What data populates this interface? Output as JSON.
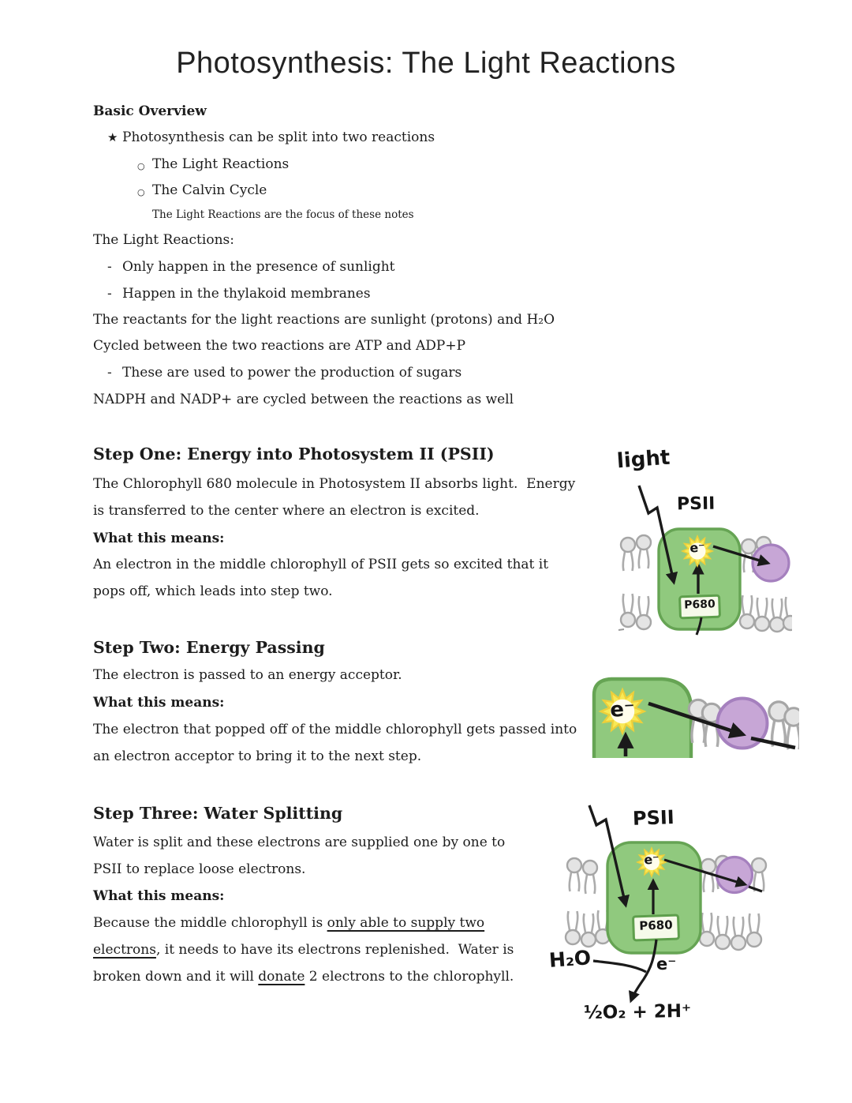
{
  "page": {
    "title": "Photosynthesis: The Light Reactions"
  },
  "bullets": {
    "star": "★",
    "circle": "○",
    "dash": "-"
  },
  "overview": {
    "heading": "Basic Overview",
    "item_star": "Photosynthesis can be split into two reactions",
    "item_sub1": "The Light Reactions",
    "item_sub2": "The Calvin Cycle",
    "note": "The Light Reactions are the focus of these notes",
    "lr_heading": "The Light Reactions:",
    "item_dash1": "Only happen in the presence of sunlight",
    "item_dash2": "Happen in the thylakoid membranes",
    "para_reactants": "The reactants for the light reactions are sunlight (protons) and H₂O",
    "para_cycled": "Cycled between the two reactions are ATP and ADP+P",
    "item_dash3": "These are used to power the production of sugars",
    "para_nadph": "NADPH and NADP+ are cycled between the reactions as well"
  },
  "step_one": {
    "heading": "Step One: Energy into Photosystem II (PSII)",
    "line1": "The Chlorophyll 680 molecule in Photosystem II absorbs light.  Energy",
    "line2": "is transferred to the center where an electron is excited.",
    "what_this_means": "What this means:",
    "means1": "An electron in the middle chlorophyll of PSII gets so excited that it",
    "means2": "pops off, which leads into step two."
  },
  "step_two": {
    "heading": "Step Two: Energy Passing",
    "line1": "The electron is passed to an energy acceptor.",
    "what_this_means": "What this means:",
    "means1": "The electron that popped off of the middle chlorophyll gets passed into",
    "means2": "an electron acceptor to bring it to the next step."
  },
  "step_three": {
    "heading": "Step Three: Water Splitting",
    "line1": "Water is split and these electrons are supplied one by one to",
    "line2": "PSII to replace loose electrons.",
    "what_this_means": "What this means:",
    "means_rich": [
      [
        {
          "text": "Because the middle chlorophyll is "
        },
        {
          "text": "only able to supply two",
          "underline": true
        }
      ],
      [
        {
          "text": "electrons",
          "underline": true
        },
        {
          "text": ", it needs to have its electrons replenished.  Water is"
        }
      ],
      [
        {
          "text": "broken down and it will "
        },
        {
          "text": "donate",
          "underline": true
        },
        {
          "text": " 2 electrons to the chlorophyll."
        }
      ]
    ]
  },
  "diagram1": {
    "light": "light",
    "psii": "PSII",
    "electron": "e⁻",
    "p680": "P680"
  },
  "diagram2": {
    "electron": "e⁻"
  },
  "diagram3": {
    "psii": "PSII",
    "electron": "e⁻",
    "p680": "P680",
    "water": "H₂O",
    "electron_out": "e⁻",
    "products": "½O₂ + 2H⁺"
  },
  "colors": {
    "text": "#1c1c1c",
    "psii_green_fill": "#90C97E",
    "psii_green_stroke": "#66A454",
    "acceptor_purple_fill": "#C7A6D6",
    "acceptor_purple_stroke": "#A580BE",
    "lipid_stroke": "#ACACAC",
    "lipid_head_fill": "#E4E4E4",
    "starburst_yellow": "#F8E956",
    "starburst_outline": "#EECF3A",
    "p680_box_fill": "#F6FAEA",
    "ink": "#1A1A1A"
  }
}
